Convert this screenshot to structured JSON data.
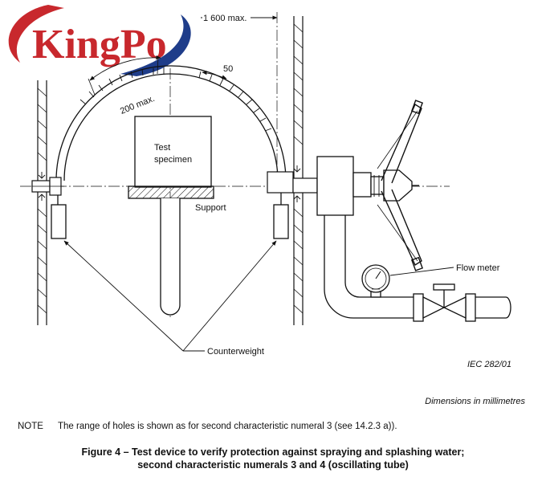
{
  "logo": {
    "text": "KingPo",
    "colors": {
      "red": "#c8282d",
      "blue": "#1f3d8a"
    }
  },
  "labels": {
    "dim_1600": "1 600 max.",
    "dim_200": "200 max.",
    "dim_50": "50",
    "test_specimen_1": "Test",
    "test_specimen_2": "specimen",
    "support": "Support",
    "flow_meter": "Flow meter",
    "counterweight": "Counterweight",
    "iec_ref": "IEC   282/01",
    "dimensions": "Dimensions in millimetres"
  },
  "note": {
    "tag": "NOTE",
    "text": "The range of holes is shown as for second characteristic numeral 3 (see 14.2.3 a))."
  },
  "caption": {
    "line1": "Figure 4 – Test device to verify protection against spraying and splashing water;",
    "line2": "second characteristic numerals 3 and 4 (oscillating tube)"
  }
}
